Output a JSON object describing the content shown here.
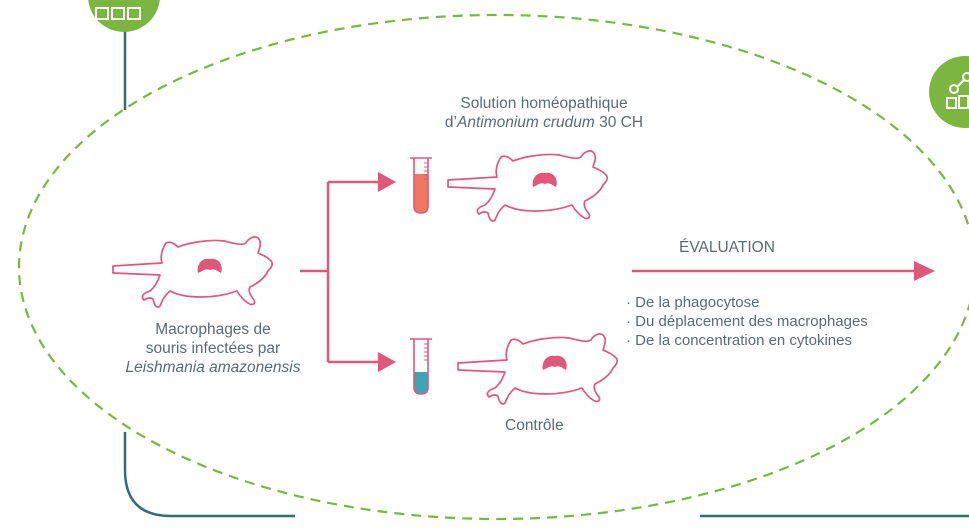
{
  "colors": {
    "accent_pink": "#e0567d",
    "teal": "#2f6f6f",
    "green": "#7ab640",
    "text": "#5b6b73",
    "tube_red": "#f07860",
    "tube_blue": "#3ba6b6"
  },
  "icons": {
    "top_left_badge": "grid-icon",
    "top_right_badge": "network-icon",
    "animal": "mouse-silhouette-icon",
    "organ": "spleen-icon",
    "tube": "test-tube-icon"
  },
  "infected": {
    "line1": "Macrophages de",
    "line2": "souris infectées par",
    "line3": "Leishmania amazonensis"
  },
  "treatment": {
    "line1": "Solution homéopathique",
    "line2_prefix": "d’",
    "line2_italic": "Antimonium crudum",
    "line2_suffix": " 30 CH"
  },
  "control": {
    "label": "Contrôle"
  },
  "evaluation": {
    "title": "ÉVALUATION",
    "items": [
      "De la phagocytose",
      "Du déplacement des macrophages",
      "De la concentration en cytokines"
    ]
  }
}
